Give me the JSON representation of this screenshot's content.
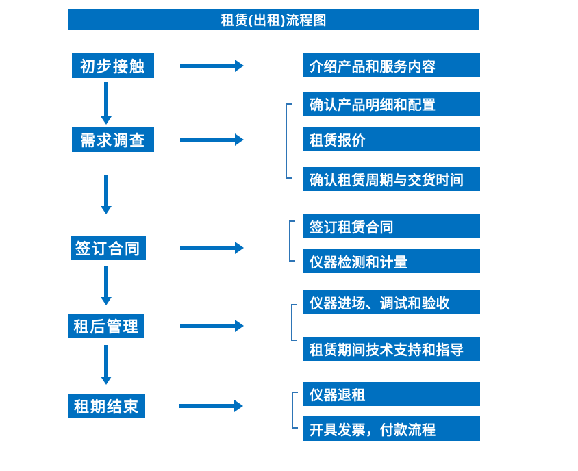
{
  "title": "租赁(出租)流程图",
  "colors": {
    "primary_blue": "#0070C0",
    "bracket_blue": "#2E75B6",
    "text_white": "#ffffff",
    "background": "#ffffff"
  },
  "steps": [
    {
      "label": "初步接触",
      "outputs": [
        "介绍产品和服务内容"
      ]
    },
    {
      "label": "需求调查",
      "outputs": [
        "确认产品明细和配置",
        "租赁报价",
        "确认租赁周期与交货时间"
      ]
    },
    {
      "label": "签订合同",
      "outputs": [
        "签订租赁合同",
        "仪器检测和计量"
      ]
    },
    {
      "label": "租后管理",
      "outputs": [
        "仪器进场、调试和验收",
        "租赁期间技术支持和指导"
      ]
    },
    {
      "label": "租期结束",
      "outputs": [
        "仪器退租",
        "开具发票，付款流程"
      ]
    }
  ]
}
